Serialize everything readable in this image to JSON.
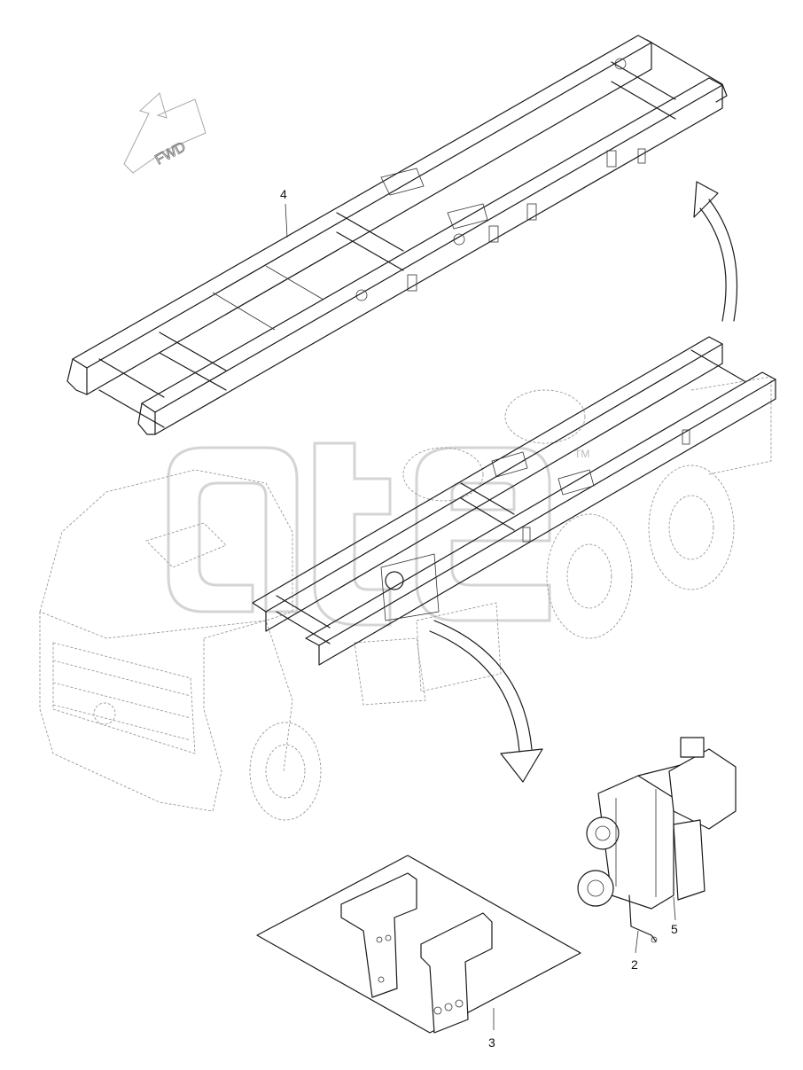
{
  "diagram": {
    "fwd_label": "FWD",
    "trademark": "TM",
    "callouts": [
      {
        "id": "4",
        "label": "4"
      },
      {
        "id": "2",
        "label": "2"
      },
      {
        "id": "5",
        "label": "5"
      },
      {
        "id": "3",
        "label": "3"
      }
    ]
  },
  "colors": {
    "line": "#1a1a1a",
    "ghost": "#9a9a9a",
    "watermark": "#b8b8b8"
  }
}
